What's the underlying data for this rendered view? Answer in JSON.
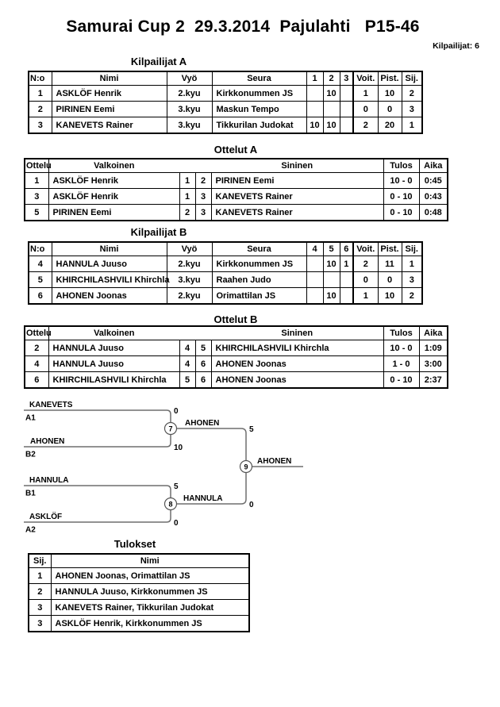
{
  "page": {
    "title": "Samurai Cup 2  29.3.2014  Pajulahti   P15-46",
    "competitors_count_label": "Kilpailijat: 6"
  },
  "pool_a": {
    "heading": "Kilpailijat A",
    "columns": {
      "no": "N:o",
      "name": "Nimi",
      "belt": "Vyö",
      "club": "Seura",
      "m1": "1",
      "m2": "2",
      "m3": "3",
      "wins": "Voit.",
      "points": "Pist.",
      "place": "Sij."
    },
    "rows": [
      {
        "no": "1",
        "name": "ASKLÖF Henrik",
        "belt": "2.kyu",
        "club": "Kirkkonummen JS",
        "m1": "",
        "m2": "10",
        "m3": "",
        "wins": "1",
        "points": "10",
        "place": "2"
      },
      {
        "no": "2",
        "name": "PIRINEN Eemi",
        "belt": "3.kyu",
        "club": "Maskun Tempo",
        "m1": "",
        "m2": "",
        "m3": "",
        "wins": "0",
        "points": "0",
        "place": "3"
      },
      {
        "no": "3",
        "name": "KANEVETS Rainer",
        "belt": "3.kyu",
        "club": "Tikkurilan Judokat",
        "m1": "10",
        "m2": "10",
        "m3": "",
        "wins": "2",
        "points": "20",
        "place": "1"
      }
    ]
  },
  "matches_a": {
    "heading": "Ottelut A",
    "columns": {
      "match": "Ottelu",
      "white": "Valkoinen",
      "blue": "Sininen",
      "result": "Tulos",
      "time": "Aika"
    },
    "rows": [
      {
        "match": "1",
        "white": "ASKLÖF Henrik",
        "wno": "1",
        "bno": "2",
        "blue": "PIRINEN Eemi",
        "result": "10 - 0",
        "time": "0:45"
      },
      {
        "match": "3",
        "white": "ASKLÖF Henrik",
        "wno": "1",
        "bno": "3",
        "blue": "KANEVETS Rainer",
        "result": "0 - 10",
        "time": "0:43"
      },
      {
        "match": "5",
        "white": "PIRINEN Eemi",
        "wno": "2",
        "bno": "3",
        "blue": "KANEVETS Rainer",
        "result": "0 - 10",
        "time": "0:48"
      }
    ]
  },
  "pool_b": {
    "heading": "Kilpailijat B",
    "columns": {
      "no": "N:o",
      "name": "Nimi",
      "belt": "Vyö",
      "club": "Seura",
      "m1": "4",
      "m2": "5",
      "m3": "6",
      "wins": "Voit.",
      "points": "Pist.",
      "place": "Sij."
    },
    "rows": [
      {
        "no": "4",
        "name": "HANNULA Juuso",
        "belt": "2.kyu",
        "club": "Kirkkonummen JS",
        "m1": "",
        "m2": "10",
        "m3": "1",
        "wins": "2",
        "points": "11",
        "place": "1"
      },
      {
        "no": "5",
        "name": "KHIRCHILASHVILI Khirchla",
        "belt": "3.kyu",
        "club": "Raahen Judo",
        "m1": "",
        "m2": "",
        "m3": "",
        "wins": "0",
        "points": "0",
        "place": "3"
      },
      {
        "no": "6",
        "name": "AHONEN Joonas",
        "belt": "2.kyu",
        "club": "Orimattilan JS",
        "m1": "",
        "m2": "10",
        "m3": "",
        "wins": "1",
        "points": "10",
        "place": "2"
      }
    ]
  },
  "matches_b": {
    "heading": "Ottelut B",
    "columns": {
      "match": "Ottelu",
      "white": "Valkoinen",
      "blue": "Sininen",
      "result": "Tulos",
      "time": "Aika"
    },
    "rows": [
      {
        "match": "2",
        "white": "HANNULA Juuso",
        "wno": "4",
        "bno": "5",
        "blue": "KHIRCHILASHVILI Khirchla",
        "result": "10 - 0",
        "time": "1:09"
      },
      {
        "match": "4",
        "white": "HANNULA Juuso",
        "wno": "4",
        "bno": "6",
        "blue": "AHONEN Joonas",
        "result": "1 - 0",
        "time": "3:00"
      },
      {
        "match": "6",
        "white": "KHIRCHILASHVILI Khirchla",
        "wno": "5",
        "bno": "6",
        "blue": "AHONEN Joonas",
        "result": "0 - 10",
        "time": "2:37"
      }
    ]
  },
  "bracket": {
    "semifinal_1": {
      "number": "7",
      "top_name": "KANEVETS",
      "top_seed": "A1",
      "top_score": "0",
      "bottom_name": "AHONEN",
      "bottom_seed": "B2",
      "bottom_score": "10",
      "winner": "AHONEN",
      "winner_score": "5"
    },
    "semifinal_2": {
      "number": "8",
      "top_name": "HANNULA",
      "top_seed": "B1",
      "top_score": "5",
      "bottom_name": "ASKLÖF",
      "bottom_seed": "A2",
      "bottom_score": "0",
      "winner": "HANNULA",
      "winner_score": "0"
    },
    "final": {
      "number": "9",
      "winner": "AHONEN"
    }
  },
  "results": {
    "heading": "Tulokset",
    "columns": {
      "place": "Sij.",
      "name": "Nimi"
    },
    "rows": [
      {
        "place": "1",
        "name": "AHONEN Joonas, Orimattilan JS"
      },
      {
        "place": "2",
        "name": "HANNULA Juuso, Kirkkonummen JS"
      },
      {
        "place": "3",
        "name": "KANEVETS Rainer, Tikkurilan Judokat"
      },
      {
        "place": "3",
        "name": "ASKLÖF Henrik, Kirkkonummen JS"
      }
    ]
  }
}
